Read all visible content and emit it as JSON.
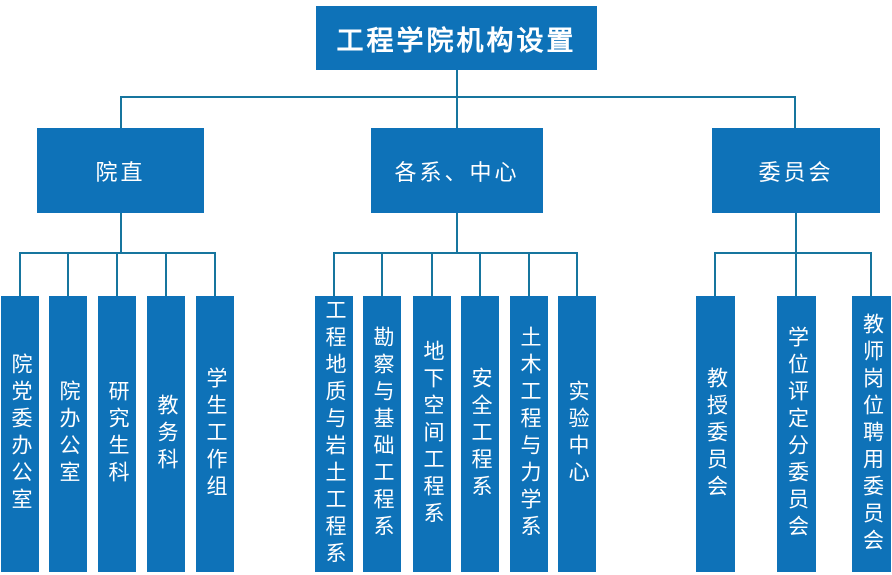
{
  "title": "工程学院机构设置",
  "colors": {
    "node_fill": "#0e72b8",
    "connector_line": "#17759e",
    "node_text": "#ffffff",
    "background": "#ffffff"
  },
  "branches": [
    {
      "label": "院直",
      "children": [
        "院党委办公室",
        "院办公室",
        "研究生科",
        "教务科",
        "学生工作组"
      ]
    },
    {
      "label": "各系、中心",
      "children": [
        "工程地质与岩土工程系",
        "勘察与基础工程系",
        "地下空间工程系",
        "安全工程系",
        "土木工程与力学系",
        "实验中心"
      ]
    },
    {
      "label": "委员会",
      "children": [
        "教授委员会",
        "学位评定分委员会",
        "教师岗位聘用委员会"
      ]
    }
  ]
}
